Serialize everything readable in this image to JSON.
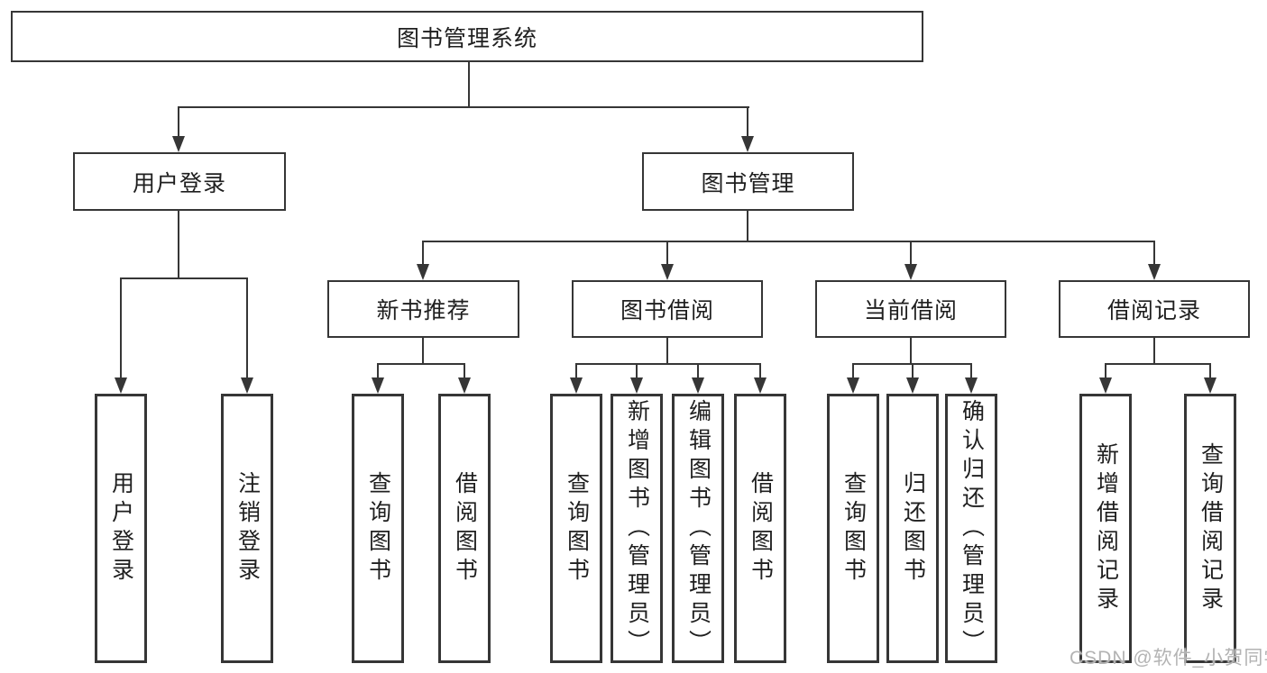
{
  "tree": {
    "root": {
      "label": "图书管理系统",
      "children": [
        {
          "label": "用户登录",
          "children": [
            {
              "label": "用户登录"
            },
            {
              "label": "注销登录"
            }
          ]
        },
        {
          "label": "图书管理",
          "children": [
            {
              "label": "新书推荐",
              "children": [
                {
                  "label": "查询图书"
                },
                {
                  "label": "借阅图书"
                }
              ]
            },
            {
              "label": "图书借阅",
              "children": [
                {
                  "label": "查询图书"
                },
                {
                  "label": "新增图书（管理员）"
                },
                {
                  "label": "编辑图书（管理员）"
                },
                {
                  "label": "借阅图书"
                }
              ]
            },
            {
              "label": "当前借阅",
              "children": [
                {
                  "label": "查询图书"
                },
                {
                  "label": "归还图书"
                },
                {
                  "label": "确认归还（管理员）"
                }
              ]
            },
            {
              "label": "借阅记录",
              "children": [
                {
                  "label": "新增借阅记录"
                },
                {
                  "label": "查询借阅记录"
                }
              ]
            }
          ]
        }
      ]
    }
  },
  "watermark": {
    "text": "CSDN @软件_小贺同学",
    "color": "#b3b3b3"
  },
  "colors": {
    "line": "#363636",
    "box_border": "#363636",
    "text": "#1f1f1f",
    "background": "#ffffff"
  }
}
